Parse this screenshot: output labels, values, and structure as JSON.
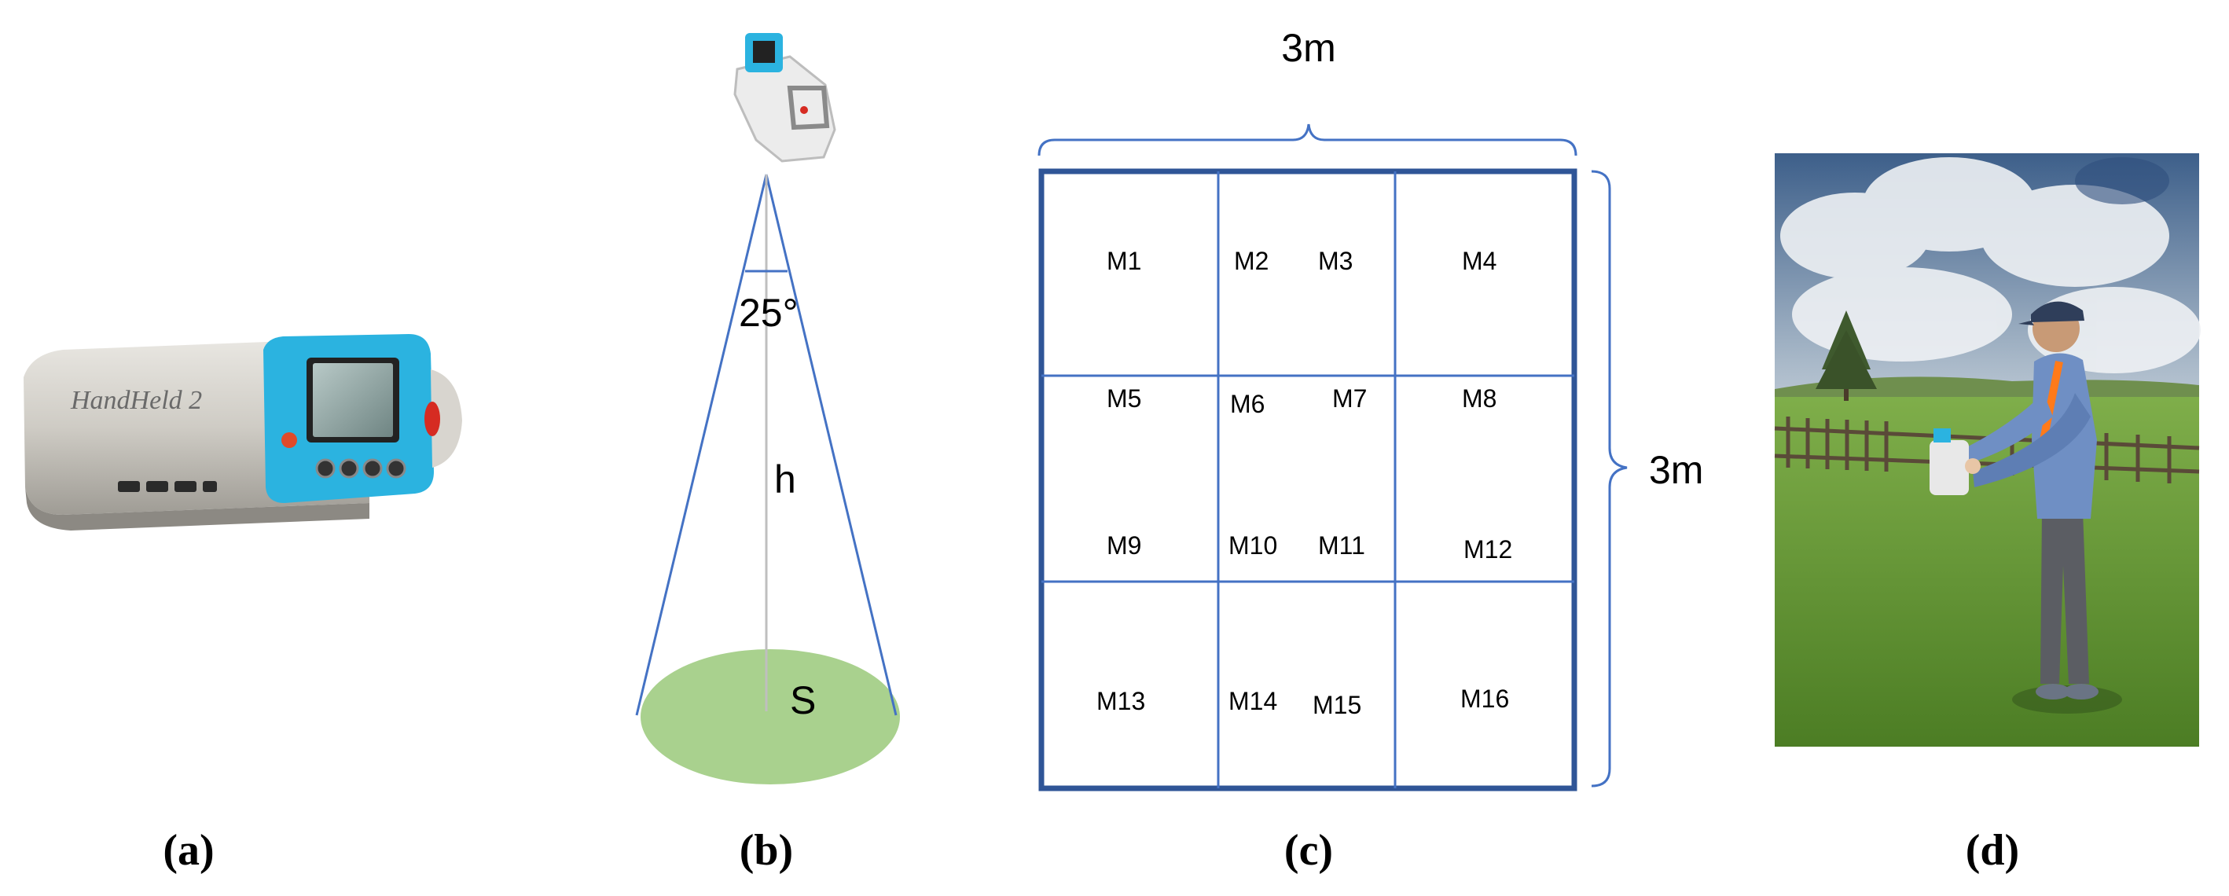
{
  "panel_labels": [
    "(a)",
    "(b)",
    "(c)",
    "(d)"
  ],
  "device_brand_text": "HandHeld 2",
  "cone": {
    "angle_label": "25°",
    "height_label": "h",
    "area_label": "S"
  },
  "grid": {
    "width_label": "3m",
    "height_label": "3m",
    "cells": [
      "M1",
      "M2",
      "M3",
      "M4",
      "M5",
      "M6",
      "M7",
      "M8",
      "M9",
      "M10",
      "M11",
      "M12",
      "M13",
      "M14",
      "M15",
      "M16"
    ]
  },
  "colors": {
    "line_blue": "#4472c4",
    "grid_border": "#2f5597",
    "ellipse_green": "#a9d18e",
    "device_teal": "#2bb3e0"
  }
}
